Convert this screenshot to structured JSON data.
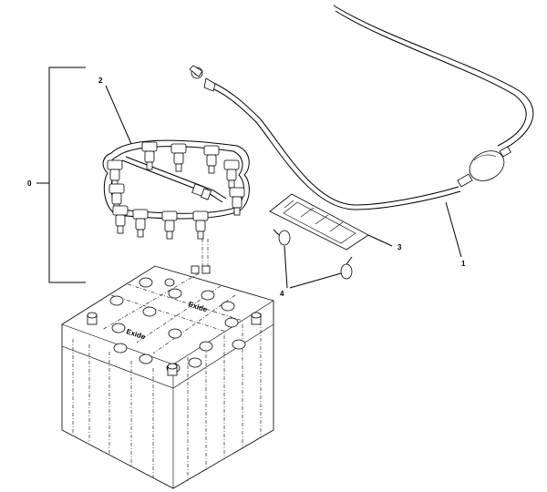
{
  "diagram": {
    "callouts": [
      {
        "id": "0",
        "label": "0"
      },
      {
        "id": "1",
        "label": "1"
      },
      {
        "id": "2",
        "label": "2"
      },
      {
        "id": "3",
        "label": "3"
      },
      {
        "id": "4",
        "label": "4"
      }
    ],
    "battery_brand": "Exide"
  }
}
